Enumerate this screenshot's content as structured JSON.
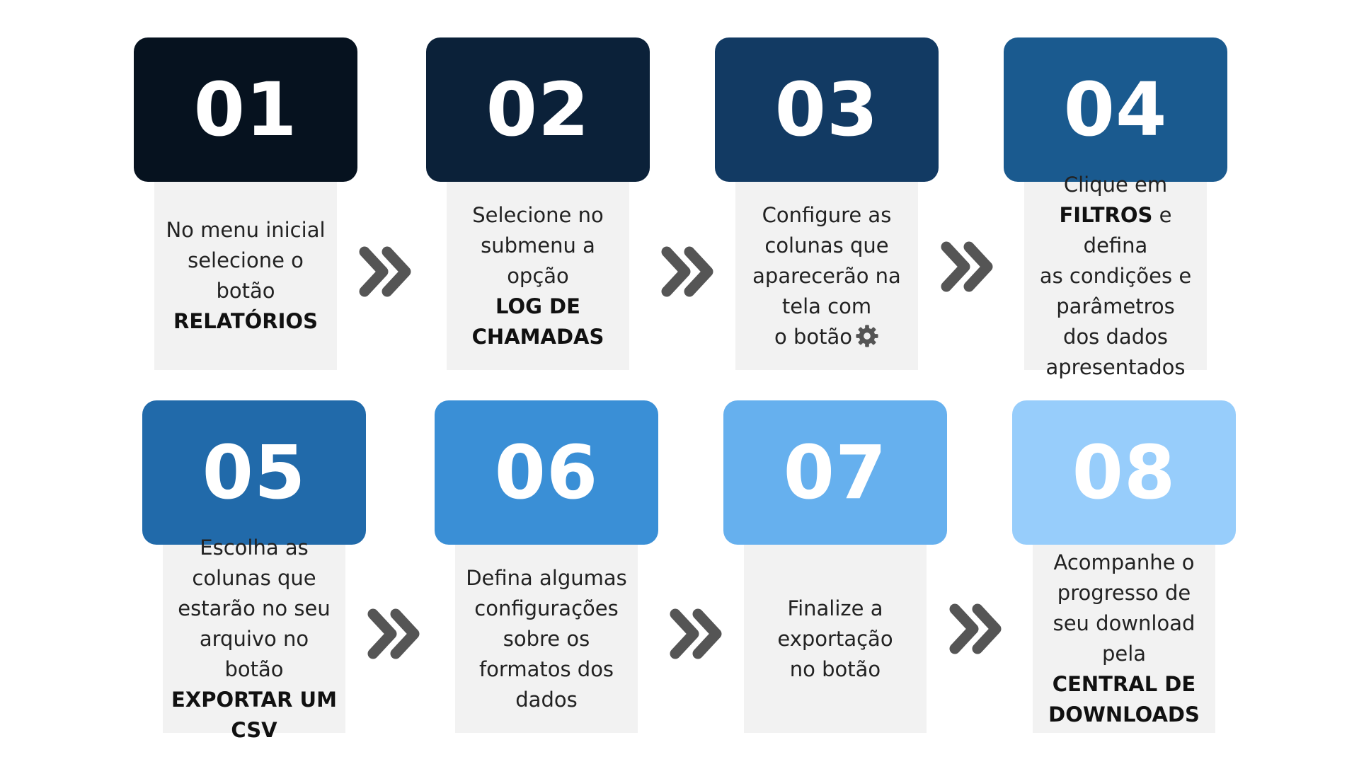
{
  "steps": [
    {
      "number": "01",
      "color": "#06121f",
      "lines": [
        {
          "text": "No menu inicial"
        },
        {
          "text": "selecione o"
        },
        {
          "text": "botão"
        },
        {
          "text": "RELATÓRIOS",
          "bold": true
        }
      ]
    },
    {
      "number": "02",
      "color": "#0b2139",
      "lines": [
        {
          "text": "Selecione no"
        },
        {
          "text": "submenu a"
        },
        {
          "text": "opção"
        },
        {
          "text": "LOG DE",
          "bold": true
        },
        {
          "text": "CHAMADAS",
          "bold": true
        }
      ]
    },
    {
      "number": "03",
      "color": "#123a63",
      "lines": [
        {
          "text": "Configure as"
        },
        {
          "text": "colunas que"
        },
        {
          "text": "aparecerão na"
        },
        {
          "text": "tela com"
        },
        {
          "text": "o botão",
          "icon": "gear-icon"
        }
      ]
    },
    {
      "number": "04",
      "color": "#1a5a8f",
      "lines": [
        {
          "text": "Clique em"
        },
        {
          "parts": [
            {
              "text": "FILTROS",
              "bold": true
            },
            {
              "text": " e defina"
            }
          ]
        },
        {
          "text": "as condições e"
        },
        {
          "text": "parâmetros"
        },
        {
          "text": "dos dados"
        },
        {
          "text": "apresentados"
        }
      ]
    },
    {
      "number": "05",
      "color": "#216aaa",
      "lines": [
        {
          "text": "Escolha as"
        },
        {
          "text": "colunas que"
        },
        {
          "text": "estarão no seu"
        },
        {
          "text": "arquivo no botão"
        },
        {
          "text": "EXPORTAR UM",
          "bold": true
        },
        {
          "text": "CSV",
          "bold": true
        }
      ]
    },
    {
      "number": "06",
      "color": "#3a8fd6",
      "lines": [
        {
          "text": "Defina algumas"
        },
        {
          "text": "configurações"
        },
        {
          "text": "sobre os"
        },
        {
          "text": "formatos dos"
        },
        {
          "text": "dados"
        }
      ]
    },
    {
      "number": "07",
      "color": "#66b0ee",
      "lines": [
        {
          "text": "Finalize a"
        },
        {
          "text": "exportação"
        },
        {
          "text": "no botão"
        }
      ]
    },
    {
      "number": "08",
      "color": "#97cdfb",
      "lines": [
        {
          "text": "Acompanhe o"
        },
        {
          "text": "progresso de"
        },
        {
          "text": "seu download"
        },
        {
          "text": "pela"
        },
        {
          "text": "CENTRAL DE",
          "bold": true
        },
        {
          "text": "DOWNLOADS",
          "bold": true
        }
      ]
    }
  ],
  "arrows": {
    "icon": "double-chevron-right-icon",
    "color": "#555555"
  },
  "colors": {
    "desc_background": "#f2f2f2",
    "text": "#222222"
  }
}
